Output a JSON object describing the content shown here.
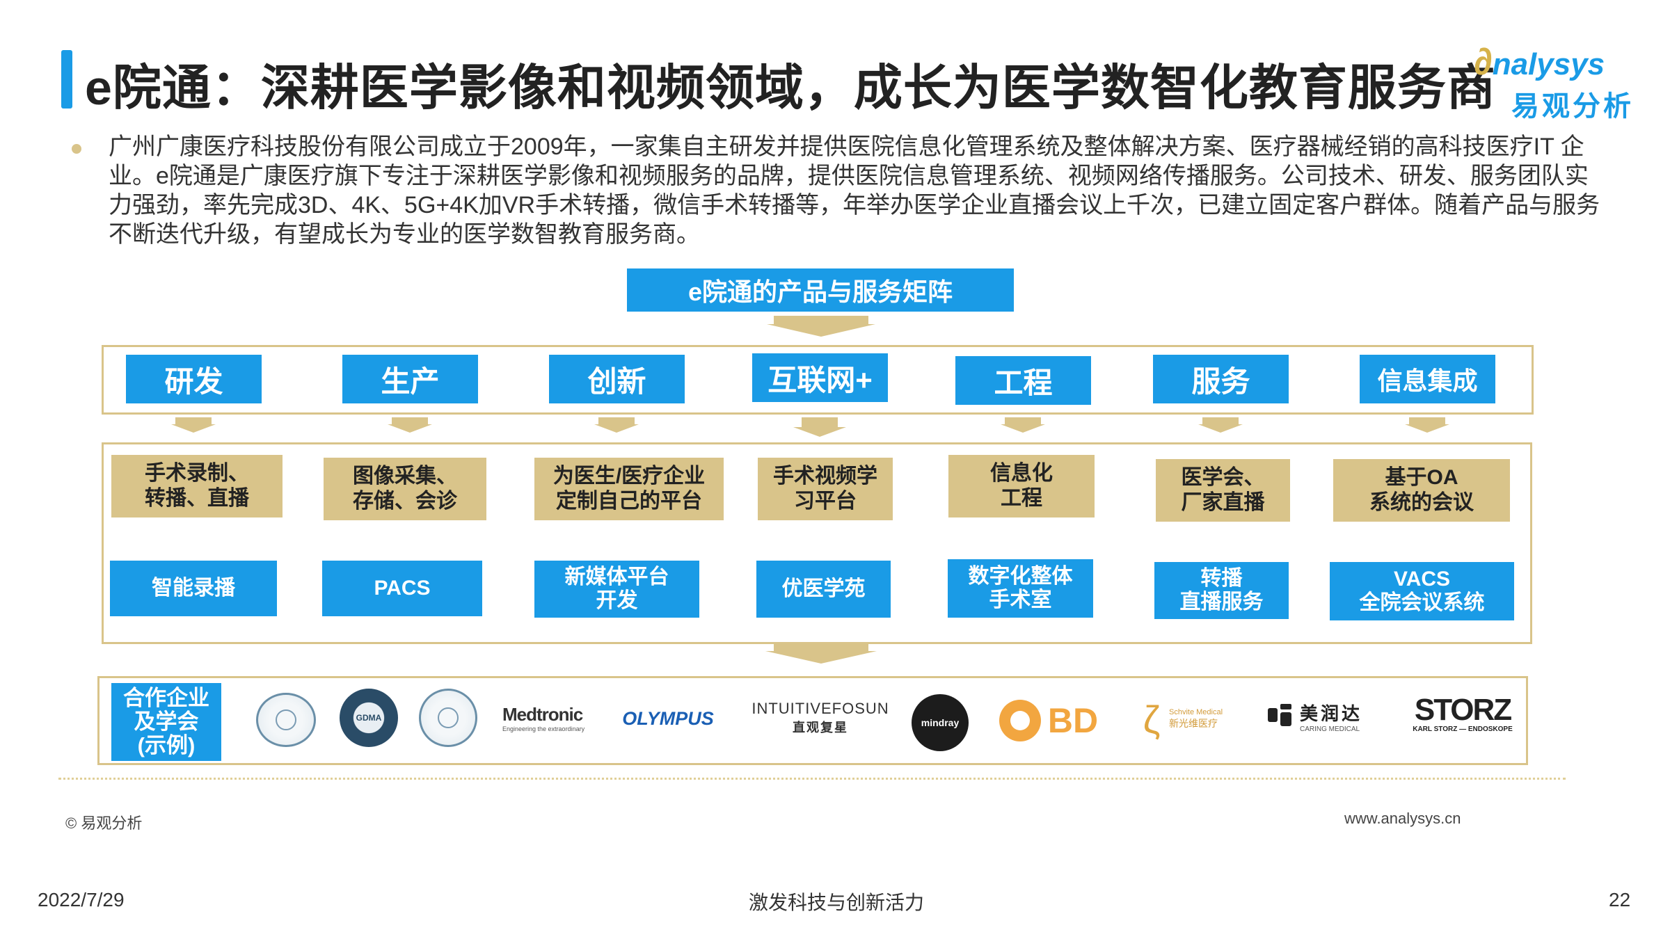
{
  "header": {
    "title": "e院通：深耕医学影像和视频领域，成长为医学数智化教育服务商",
    "logo_en": "nalysys",
    "logo_cn": "易观分析"
  },
  "intro": "广州广康医疗科技股份有限公司成立于2009年，一家集自主研发并提供医院信息化管理系统及整体解决方案、医疗器械经销的高科技医疗IT 企业。e院通是广康医疗旗下专注于深耕医学影像和视频服务的品牌，提供医院信息管理系统、视频网络传播服务。公司技术、研发、服务团队实力强劲，率先完成3D、4K、5G+4K加VR手术转播，微信手术转播等，年举办医学企业直播会议上千次，已建立固定客户群体。随着产品与服务不断迭代升级，有望成长为专业的医学数智教育服务商。",
  "matrix": {
    "title": "e院通的产品与服务矩阵",
    "categories": [
      "研发",
      "生产",
      "创新",
      "互联网+",
      "工程",
      "服务",
      "信息集成"
    ],
    "services": [
      "手术录制、\n转播、直播",
      "图像采集、\n存储、会诊",
      "为医生/医疗企业\n定制自己的平台",
      "手术视频学\n习平台",
      "信息化\n工程",
      "医学会、\n厂家直播",
      "基于OA\n系统的会议"
    ],
    "products": [
      "智能录播",
      "PACS",
      "新媒体平台\n开发",
      "优医学苑",
      "数字化整体\n手术室",
      "转播\n直播服务",
      "VACS\n全院会议系统"
    ]
  },
  "partners": {
    "label": "合作企业\n及学会\n(示例)",
    "medtronic": "Medtronic",
    "medtronic_tag": "Engineering the extraordinary",
    "olympus": "OLYMPUS",
    "intuitive": "INTUITIVEFOSUN",
    "intuitive_cn": "直观复星",
    "mindray": "mindray",
    "bd": "BD",
    "schvite": "Schvite Medical",
    "schvite_cn": "新光维医疗",
    "caring_cn": "美润达",
    "caring_en": "CARING MEDICAL",
    "storz": "STORZ",
    "storz_sub": "KARL STORZ — ENDOSKOPE",
    "gdma": "GDMA"
  },
  "footer": {
    "copyright": "© 易观分析",
    "url": "www.analysys.cn",
    "date": "2022/7/29",
    "slogan": "激发科技与创新活力",
    "page": "22"
  },
  "colors": {
    "blue": "#1a9be6",
    "gold": "#d9c48a"
  }
}
